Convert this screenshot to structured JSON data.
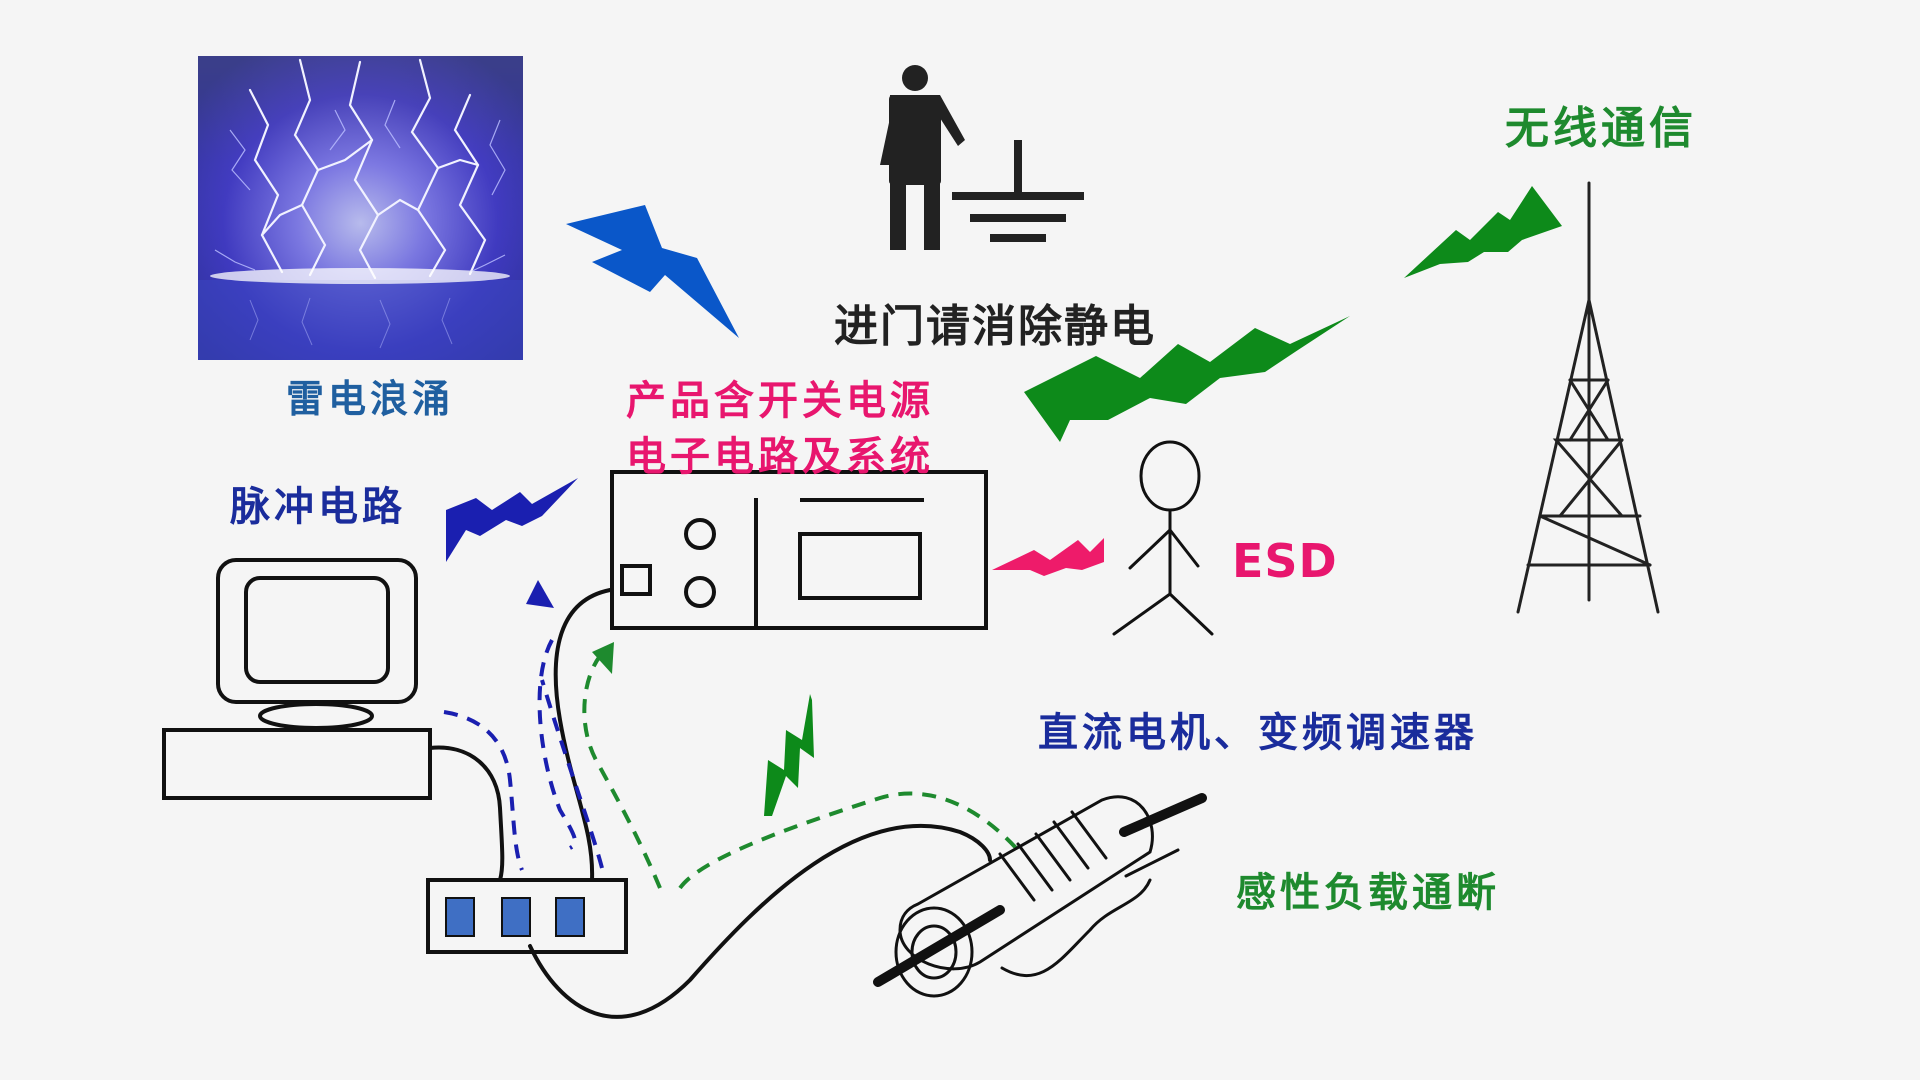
{
  "colors": {
    "background": "#f5f5f5",
    "lightning_label": "#1f5fa0",
    "ground_label": "#222222",
    "wireless_label": "#1e8a2e",
    "product_label": "#e8166e",
    "pulse_label": "#1a2c9c",
    "esd_label": "#e8166e",
    "motor_label": "#1a2c9c",
    "inductive_label": "#1e8a2e",
    "blue_bolt": "#0a57c9",
    "navy_bolt": "#1a1fb0",
    "green_bolt": "#0d8a1a",
    "pink_bolt": "#ee1b6a",
    "line": "#111111",
    "blue_dash": "#1a1fb0",
    "green_dash": "#1e8a2e",
    "socket": "#3f6fc4"
  },
  "icons": {
    "lightning_photo": "lightning-storm-photo",
    "grounded_person": "person-icon",
    "ground_symbol": "ground-symbol-icon",
    "tower": "radio-tower-icon",
    "device": "electronic-device-icon",
    "esd_person": "stick-figure-icon",
    "computer": "computer-monitor-icon",
    "power_strip": "power-strip-icon",
    "motor": "motor-icon"
  },
  "labels": {
    "lightning": "雷电浪涌",
    "ground": "进门请消除静电",
    "wireless": "无线通信",
    "product_line1": "产品含开关电源",
    "product_line2": "电子电路及系统",
    "pulse": "脉冲电路",
    "esd": "ESD",
    "motor": "直流电机、变频调速器",
    "inductive": "感性负载通断"
  }
}
